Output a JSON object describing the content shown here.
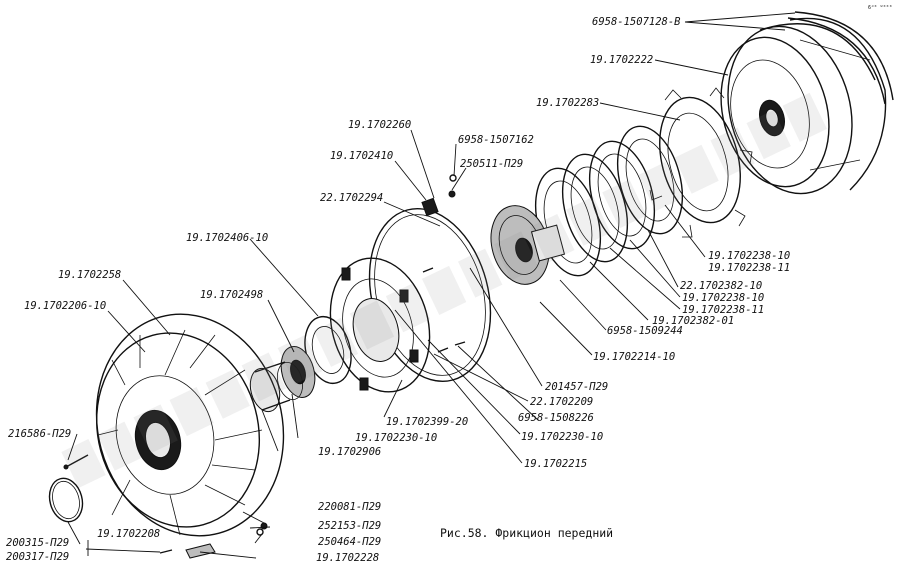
{
  "caption": "Рис.58. Фрикцион передний",
  "corner_mark": "6ᵈ⁰ ᵂ⁰⁰⁰",
  "labels": {
    "l01": "6958-1507128-В",
    "l02": "19.1702222",
    "l03": "19.1702283",
    "l04": "19.1702260",
    "l05": "6958-1507162",
    "l06": "19.1702410",
    "l07": "250511-П29",
    "l08": "22.1702294",
    "l09": "19.1702406-10",
    "l10": "19.1702498",
    "l11": "19.1702258",
    "l12": "19.1702206-10",
    "l13": "216586-П29",
    "l14": "200315-П29",
    "l15": "200317-П29",
    "l16": "19.1702208",
    "l17": "220081-П29",
    "l18": "252153-П29",
    "l19": "250464-П29",
    "l20": "19.1702228",
    "l21": "19.1702906",
    "l22": "19.1702230-10",
    "l23": "19.1702399-20",
    "l24": "201457-П29",
    "l25": "22.1702209",
    "l26": "6958-1508226",
    "l27": "19.1702230-10",
    "l28": "19.1702215",
    "l29": "19.1702214-10",
    "l30": "6958-1509244",
    "l31": "19.1702382-01",
    "l32": "19.1702238-11",
    "l33": "19.1702238-10",
    "l34": "22.1702382-10",
    "l35": "19.1702238-11",
    "l36": "19.1702238-10"
  }
}
